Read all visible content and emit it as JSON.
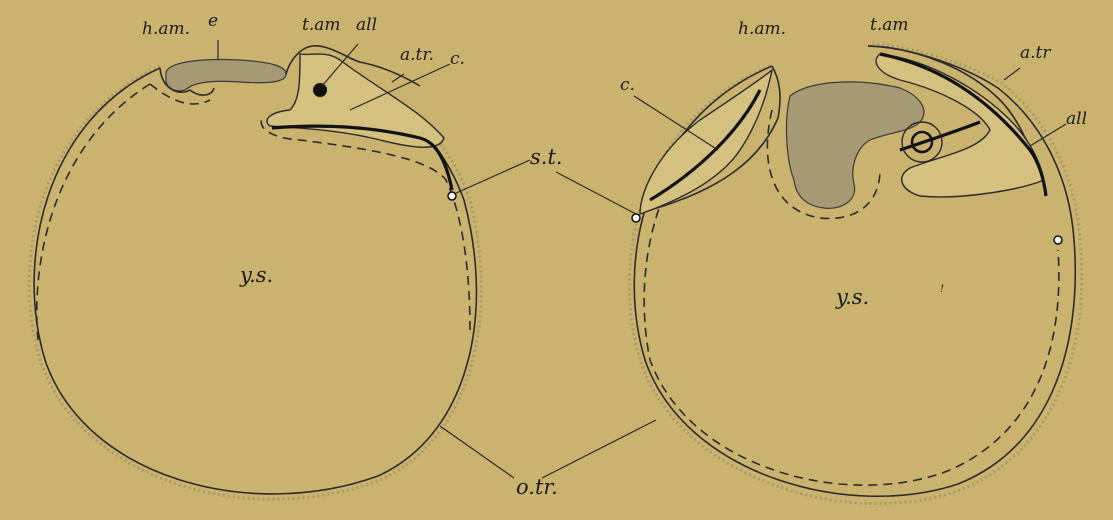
{
  "figure": {
    "left_diagram": {
      "labels": {
        "h_am": "h.am.",
        "e": "e",
        "t_am": "t.am",
        "all": "all",
        "a_tr": "a.tr.",
        "c": "c.",
        "st": "s.t.",
        "ys": "y.s."
      }
    },
    "right_diagram": {
      "labels": {
        "h_am": "h.am.",
        "t_am": "t.am",
        "a_tr": "a.tr",
        "all": "all",
        "c": "c.",
        "ys": "y.s."
      }
    },
    "shared_labels": {
      "o_tr": "o.tr."
    },
    "colors": {
      "background": "#c9b36e",
      "ink": "#1a1a1a",
      "embryo_fill": "#a69a74"
    }
  }
}
